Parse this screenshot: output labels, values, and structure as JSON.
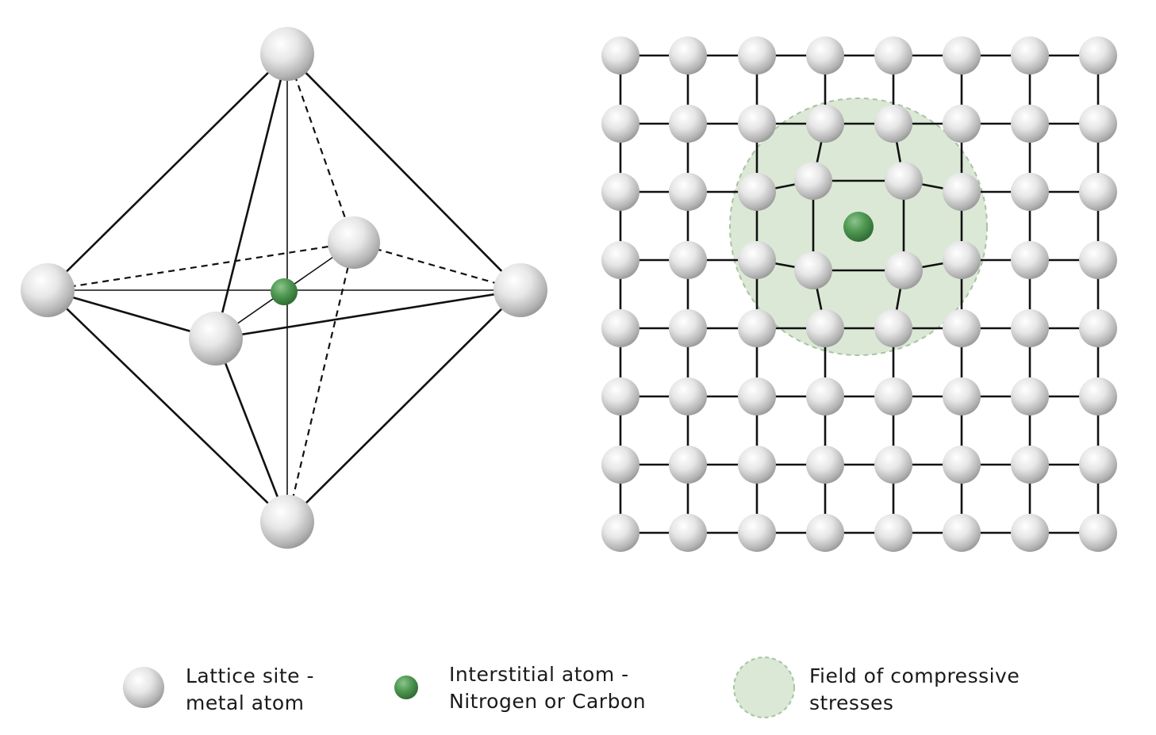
{
  "legend": {
    "lattice_site": {
      "line1": "Lattice site -",
      "line2": "metal atom"
    },
    "interstitial": {
      "line1": "Interstitial atom -",
      "line2": "Nitrogen or Carbon"
    },
    "field": {
      "line1": "Field of compressive",
      "line2": "stresses"
    }
  },
  "colors": {
    "metal_atom": "#c8c8c8",
    "interstitial_atom": "#4a8f4f",
    "stress_field": "#dbe8d6",
    "stress_field_border": "#a9c3a2",
    "bond": "#111111"
  }
}
